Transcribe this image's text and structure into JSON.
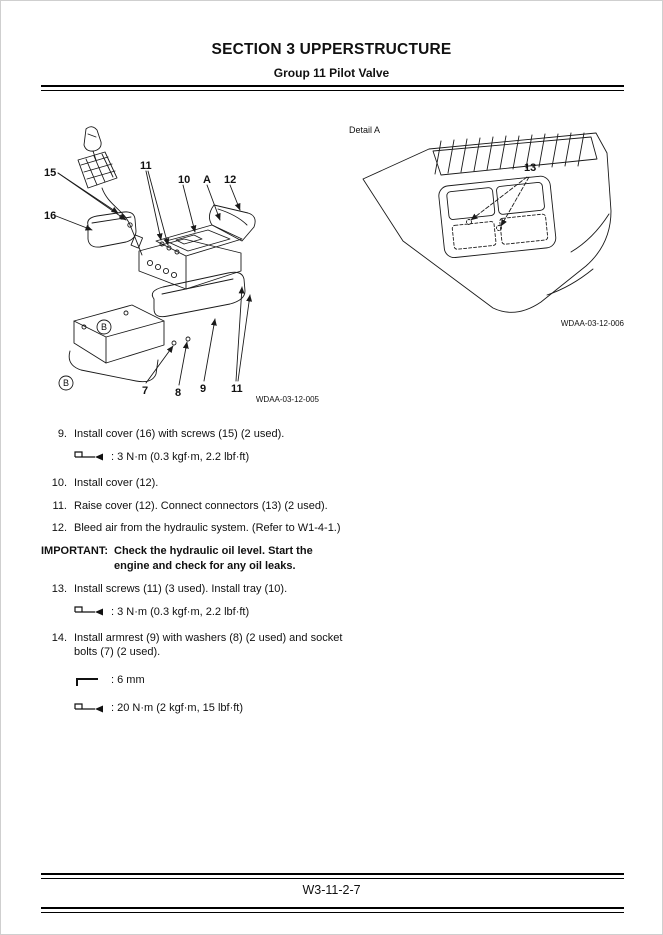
{
  "header": {
    "section_title": "SECTION 3 UPPERSTRUCTURE",
    "group_title": "Group 11 Pilot Valve"
  },
  "figures": {
    "main": {
      "code": "WDAA-03-12-005",
      "callouts": {
        "c15": "15",
        "c16": "16",
        "c11_top": "11",
        "c10": "10",
        "cA": "A",
        "c12": "12",
        "cB1": "B",
        "cB2": "B",
        "c7": "7",
        "c8": "8",
        "c9": "9",
        "c11_bottom": "11"
      }
    },
    "detail": {
      "title": "Detail A",
      "code": "WDAA-03-12-006",
      "callouts": {
        "c13": "13"
      }
    }
  },
  "steps": {
    "s9": {
      "num": "9.",
      "text": "Install cover (16) with screws (15) (2 used)."
    },
    "s10": {
      "num": "10.",
      "text": "Install cover (12)."
    },
    "s11": {
      "num": "11.",
      "text": "Raise cover (12). Connect connectors (13) (2 used)."
    },
    "s12": {
      "num": "12.",
      "text": "Bleed air from the hydraulic system. (Refer to W1-4-1.)"
    },
    "s13": {
      "num": "13.",
      "text": "Install screws (11) (3 used). Install tray (10)."
    },
    "s14": {
      "num": "14.",
      "text": "Install armrest (9) with washers (8) (2 used) and socket bolts (7) (2 used)."
    }
  },
  "important": {
    "label": "IMPORTANT:",
    "text": "Check the hydraulic oil level. Start the engine and check for any oil leaks."
  },
  "specs": {
    "t1": {
      "text": ": 3 N·m (0.3 kgf·m, 2.2 lbf·ft)"
    },
    "t2": {
      "text": ": 3 N·m (0.3 kgf·m, 2.2 lbf·ft)"
    },
    "hex": {
      "text": ": 6 mm"
    },
    "t3": {
      "text": ": 20 N·m (2 kgf·m, 15 lbf·ft)"
    }
  },
  "footer": {
    "page_number": "W3-11-2-7"
  }
}
